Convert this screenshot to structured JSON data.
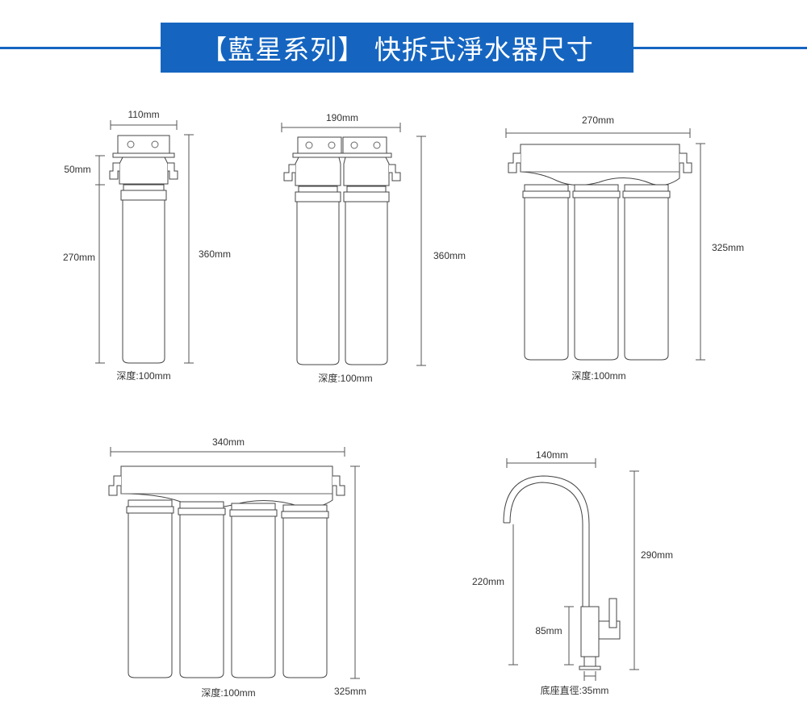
{
  "title": "【藍星系列】 快拆式淨水器尺寸",
  "colors": {
    "banner": "#1565c0",
    "outline": "#444444"
  },
  "units": {
    "single": {
      "width": "110mm",
      "head": "50mm",
      "body": "270mm",
      "height": "360mm",
      "depth": "深度:100mm"
    },
    "double": {
      "width": "190mm",
      "height": "360mm",
      "depth": "深度:100mm"
    },
    "triple": {
      "width": "270mm",
      "height": "325mm",
      "depth": "深度:100mm"
    },
    "quad": {
      "width": "340mm",
      "height": "325mm",
      "depth": "深度:100mm"
    },
    "faucet": {
      "width": "140mm",
      "height": "290mm",
      "spout": "220mm",
      "base": "85mm",
      "diameter": "底座直徑:35mm"
    }
  }
}
